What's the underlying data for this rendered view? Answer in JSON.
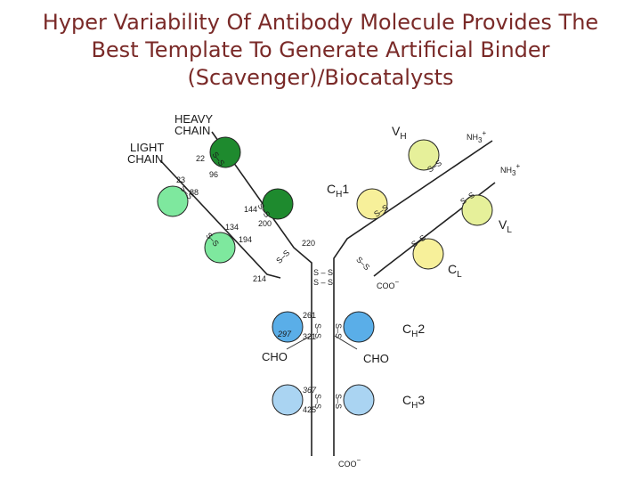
{
  "title": {
    "line1": "Hyper Variability Of Antibody Molecule Provides The",
    "line2": "Best Template To Generate Artificial Binder",
    "line3": "(Scavenger)/Biocatalysts"
  },
  "labels": {
    "heavy_chain_1": "HEAVY",
    "heavy_chain_2": "CHAIN",
    "light_chain_1": "LIGHT",
    "light_chain_2": "CHAIN",
    "vh": "V",
    "vh_sub": "H",
    "ch1": "C",
    "ch1_sub": "H",
    "ch1_num": "1",
    "vl": "V",
    "vl_sub": "L",
    "cl": "C",
    "cl_sub": "L",
    "ch2": "C",
    "ch2_sub": "H",
    "ch2_num": "2",
    "ch3": "C",
    "ch3_sub": "H",
    "ch3_num": "3",
    "nh3_top": "NH",
    "nh3_top_sub": "3",
    "nh3_top_sup": "+",
    "nh3_right": "NH",
    "nh3_right_sub": "3",
    "nh3_right_sup": "+",
    "coo_cl": "COO",
    "coo_cl_sup": "−",
    "coo_bottom": "COO",
    "coo_bottom_sup": "−",
    "cho_left": "CHO",
    "cho_right": "CHO",
    "ss_hinge_1": "S – S",
    "ss_hinge_2": "S – S",
    "ss": "S–S"
  },
  "residues": {
    "r22": "22",
    "r96": "96",
    "r23": "23",
    "r88": "88",
    "r144": "144",
    "r200": "200",
    "r134": "134",
    "r194": "194",
    "r220": "220",
    "r214": "214",
    "r261": "261",
    "r297": "297",
    "r321": "321",
    "r367": "367",
    "r425": "425"
  },
  "colors": {
    "title": "#7a2a28",
    "vh_left": "#1e8a2e",
    "ch1_left": "#1e8a2e",
    "vl_left": "#7ee89e",
    "cl_left": "#7ee89e",
    "vh_right": "#e6f09a",
    "vl_right": "#e6f09a",
    "ch1_right": "#f7f09a",
    "cl_right": "#f7f09a",
    "ch2": "#5aaee8",
    "ch3": "#aad4f2"
  }
}
